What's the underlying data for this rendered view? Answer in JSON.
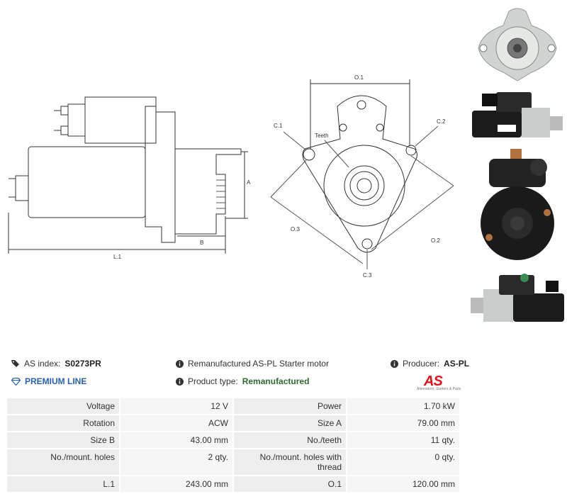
{
  "drawing": {
    "side_labels": {
      "length": "L.1",
      "size_a": "A",
      "size_b": "B"
    },
    "front_labels": {
      "o1": "O.1",
      "o2": "O.2",
      "o3": "O.3",
      "c1": "C.1",
      "c2": "C.2",
      "c3": "C.3",
      "teeth": "Teeth"
    }
  },
  "info": {
    "as_index_label": "AS index:",
    "as_index_value": "S0273PR",
    "premium_line": "PREMIUM LINE",
    "description": "Remanufactured AS-PL Starter motor",
    "product_type_label": "Product type:",
    "product_type_value": "Remanufactured",
    "producer_label": "Producer:",
    "producer_value": "AS-PL",
    "logo_text": "AS",
    "logo_tagline": "Alternators, Starters & Parts"
  },
  "icons": {
    "tag": "tag-icon",
    "diamond": "diamond-icon",
    "info": "info-icon"
  },
  "colors": {
    "premium": "#2a5fb0",
    "product_type": "#2f6b2f",
    "brand_red": "#e0141e"
  },
  "specs": [
    {
      "l1": "Voltage",
      "v1": "12 V",
      "l2": "Power",
      "v2": "1.70 kW"
    },
    {
      "l1": "Rotation",
      "v1": "ACW",
      "l2": "Size A",
      "v2": "79.00 mm"
    },
    {
      "l1": "Size B",
      "v1": "43.00 mm",
      "l2": "No./teeth",
      "v2": "11 qty."
    },
    {
      "l1": "No./mount. holes",
      "v1": "2 qty.",
      "l2": "No./mount. holes with thread",
      "v2": "0 qty."
    },
    {
      "l1": "L.1",
      "v1": "243.00 mm",
      "l2": "O.1",
      "v2": "120.00 mm"
    }
  ]
}
